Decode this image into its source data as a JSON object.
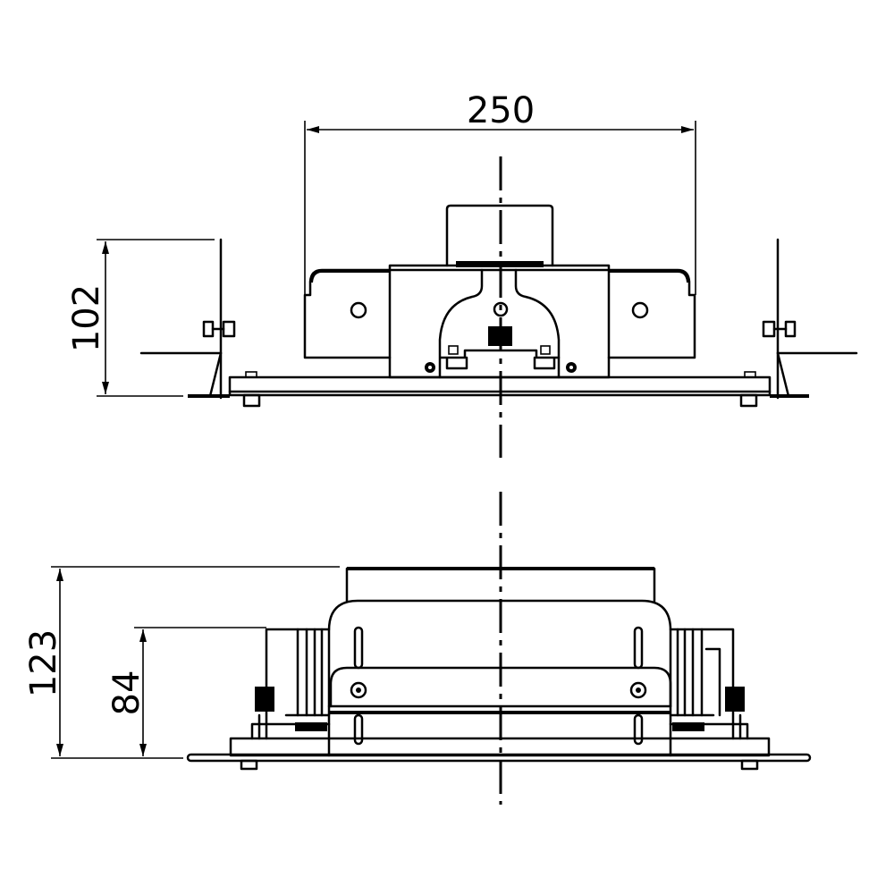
{
  "drawing": {
    "top_view": {
      "width_dimension": "250",
      "height_dimension": "102"
    },
    "side_view": {
      "overall_height_dimension": "123",
      "body_height_dimension": "84"
    }
  }
}
